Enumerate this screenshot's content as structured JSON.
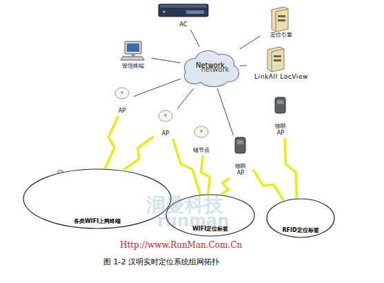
{
  "diagram": {
    "caption": "图 1-2 汉明实时定位系统组网拓扑",
    "nodes": [
      {
        "text": [
          "AC"
        ]
      },
      {
        "text": [
          "定位引擎"
        ]
      },
      {
        "text": [
          "管理终端"
        ]
      },
      {
        "text": [
          "Network",
          "network"
        ]
      },
      {
        "text": [
          "LinkAll LocView"
        ]
      },
      {
        "text": [
          "AP"
        ]
      },
      {
        "text": [
          "AP"
        ]
      },
      {
        "text": [
          "锚节点"
        ]
      },
      {
        "text": [
          "物联 AP"
        ]
      },
      {
        "text": [
          "物联 AP"
        ]
      },
      {
        "text": [
          "各类WIFI上网终端"
        ]
      },
      {
        "text": [
          "WIFI定位标签"
        ]
      },
      {
        "text": [
          "RFID定位标签"
        ]
      }
    ],
    "edges": [
      {
        "from": 0,
        "to": 3,
        "arrow": "none"
      },
      {
        "from": 1,
        "to": 3,
        "arrow": "none"
      },
      {
        "from": 2,
        "to": 3,
        "arrow": "none"
      },
      {
        "from": 4,
        "to": 3,
        "arrow": "none"
      },
      {
        "from": 5,
        "to": 3,
        "arrow": "none"
      },
      {
        "from": 6,
        "to": 3,
        "arrow": "none"
      },
      {
        "from": 9,
        "to": 3,
        "arrow": "none"
      },
      {
        "from": 5,
        "to": 10,
        "arrow": "none"
      },
      {
        "from": 6,
        "to": 10,
        "arrow": "none"
      },
      {
        "from": 6,
        "to": 11,
        "arrow": "none"
      },
      {
        "from": 7,
        "to": 11,
        "arrow": "none"
      },
      {
        "from": 9,
        "to": 11,
        "arrow": "none"
      },
      {
        "from": 9,
        "to": 12,
        "arrow": "none"
      },
      {
        "from": 8,
        "to": 12,
        "arrow": "none"
      }
    ],
    "labels": [
      "润曼科技",
      "runman",
      "Http://www.RunMan.Com.Cn"
    ]
  }
}
